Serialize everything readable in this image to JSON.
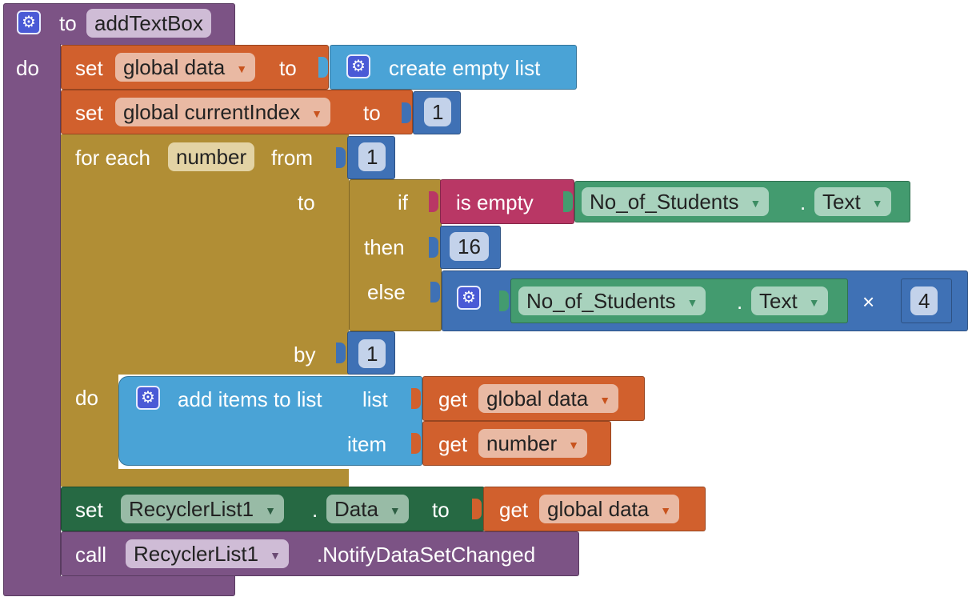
{
  "procedure": {
    "to_label": "to",
    "name": "addTextBox",
    "do_label": "do"
  },
  "set_data": {
    "set_label": "set",
    "variable": "global data",
    "to_label": "to",
    "value": "create empty list"
  },
  "set_index": {
    "set_label": "set",
    "variable": "global currentIndex",
    "to_label": "to",
    "value": "1"
  },
  "for_each": {
    "label": "for each",
    "variable": "number",
    "from_label": "from",
    "from_value": "1",
    "to_label": "to",
    "by_label": "by",
    "by_value": "1",
    "do_label": "do"
  },
  "if_expr": {
    "if_label": "if",
    "then_label": "then",
    "else_label": "else",
    "is_empty_label": "is empty",
    "component": "No_of_Students",
    "dot": ".",
    "property": "Text",
    "then_value": "16",
    "multiply_symbol": "×",
    "else_component": "No_of_Students",
    "else_property": "Text",
    "else_multiplier": "4"
  },
  "add_items": {
    "label": "add items to list",
    "list_label": "list",
    "item_label": "item",
    "get_label": "get",
    "list_value": "global data",
    "item_value": "number"
  },
  "set_recycler": {
    "set_label": "set",
    "component": "RecyclerList1",
    "dot": ".",
    "property": "Data",
    "to_label": "to",
    "get_label": "get",
    "value": "global data"
  },
  "call_recycler": {
    "call_label": "call",
    "component": "RecyclerList1",
    "method": ".NotifyDataSetChanged"
  },
  "colors": {
    "procedure": "#7c5385",
    "variables": "#d1602d",
    "lists": "#4aa3d6",
    "control": "#b18e35",
    "math": "#3f71b5",
    "component": "#439b6f",
    "component_setter": "#266943",
    "text": "#b93765"
  }
}
